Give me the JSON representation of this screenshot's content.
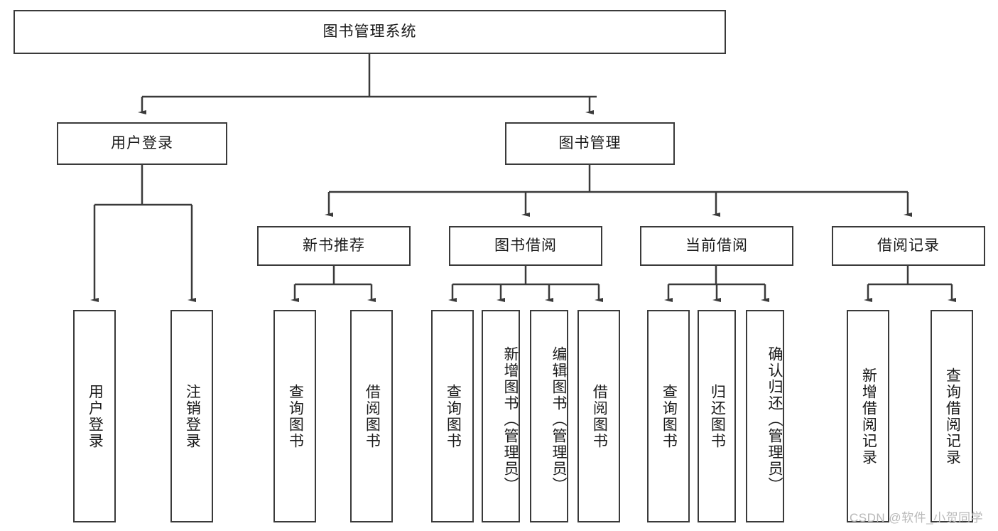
{
  "diagram": {
    "type": "tree-hierarchy",
    "title": "图书管理系统",
    "root": {
      "label": "图书管理系统"
    },
    "level1": [
      {
        "label": "用户登录"
      },
      {
        "label": "图书管理"
      }
    ],
    "level2": [
      {
        "label": "新书推荐",
        "parent": "图书管理"
      },
      {
        "label": "图书借阅",
        "parent": "图书管理"
      },
      {
        "label": "当前借阅",
        "parent": "图书管理"
      },
      {
        "label": "借阅记录",
        "parent": "图书管理"
      }
    ],
    "leaves": {
      "user_login": [
        {
          "label": "用户登录"
        },
        {
          "label": "注销登录"
        }
      ],
      "new_book_recommend": [
        {
          "label": "查询图书"
        },
        {
          "label": "借阅图书"
        }
      ],
      "book_borrow": [
        {
          "label": "查询图书"
        },
        {
          "label": "新增图书（管理员）"
        },
        {
          "label": "编辑图书（管理员）"
        },
        {
          "label": "借阅图书"
        }
      ],
      "current_borrow": [
        {
          "label": "查询图书"
        },
        {
          "label": "归还图书"
        },
        {
          "label": "确认归还（管理员）"
        }
      ],
      "borrow_record": [
        {
          "label": "新增借阅记录"
        },
        {
          "label": "查询借阅记录"
        }
      ]
    }
  },
  "watermark": {
    "text": "CSDN @软件_小贺同学"
  },
  "colors": {
    "border": "#3a3a3a",
    "background": "#ffffff",
    "text": "#1a1a1a",
    "watermark": "#b9b9b9"
  }
}
